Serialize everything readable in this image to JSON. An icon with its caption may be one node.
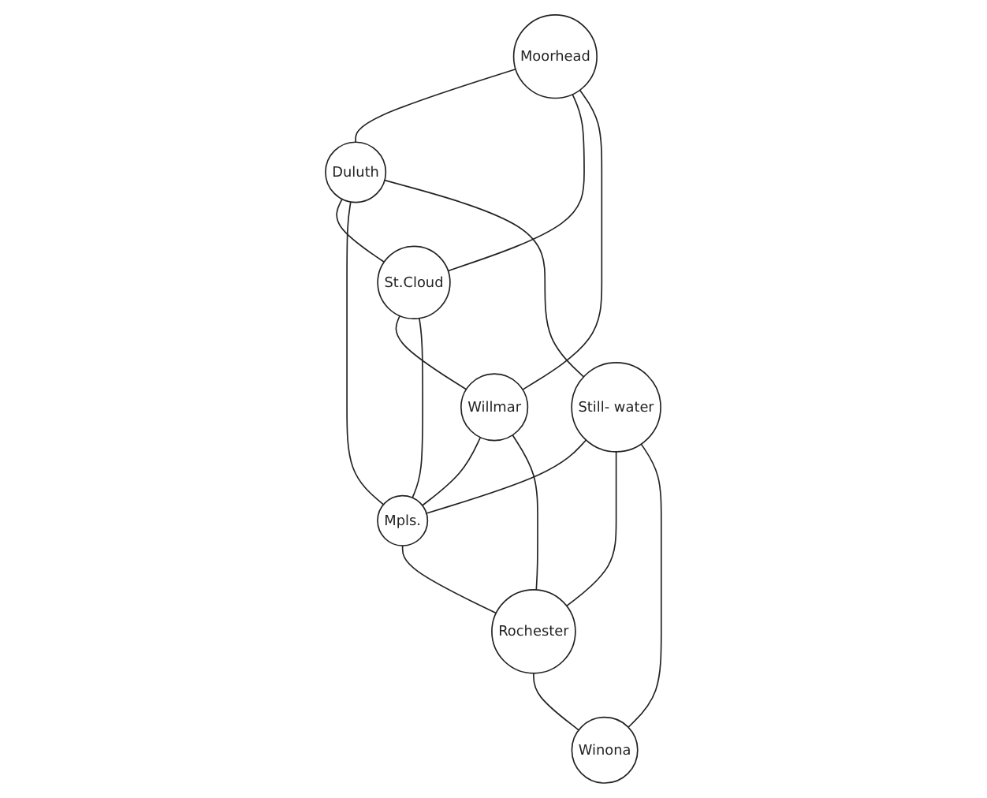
{
  "diagram": {
    "nodes": [
      {
        "text": [
          "Moorhead"
        ]
      },
      {
        "text": [
          "Duluth"
        ]
      },
      {
        "text": [
          "St.Cloud"
        ]
      },
      {
        "text": [
          "Still- water"
        ]
      },
      {
        "text": [
          "Willmar"
        ]
      },
      {
        "text": [
          "Mpls."
        ]
      },
      {
        "text": [
          "Rochester"
        ]
      },
      {
        "text": [
          "Winona"
        ]
      }
    ],
    "edges": [
      {
        "from": 0,
        "to": 1,
        "arrow": "none"
      },
      {
        "from": 0,
        "to": 2,
        "arrow": "none"
      },
      {
        "from": 0,
        "to": 4,
        "arrow": "none"
      },
      {
        "from": 1,
        "to": 2,
        "arrow": "none"
      },
      {
        "from": 1,
        "to": 5,
        "arrow": "none"
      },
      {
        "from": 1,
        "to": 3,
        "arrow": "none"
      },
      {
        "from": 2,
        "to": 4,
        "arrow": "none"
      },
      {
        "from": 2,
        "to": 5,
        "arrow": "none"
      },
      {
        "from": 4,
        "to": 5,
        "arrow": "none"
      },
      {
        "from": 4,
        "to": 6,
        "arrow": "none"
      },
      {
        "from": 3,
        "to": 5,
        "arrow": "none"
      },
      {
        "from": 3,
        "to": 6,
        "arrow": "none"
      },
      {
        "from": 3,
        "to": 7,
        "arrow": "none"
      },
      {
        "from": 5,
        "to": 6,
        "arrow": "none"
      },
      {
        "from": 6,
        "to": 7,
        "arrow": "none"
      }
    ]
  }
}
